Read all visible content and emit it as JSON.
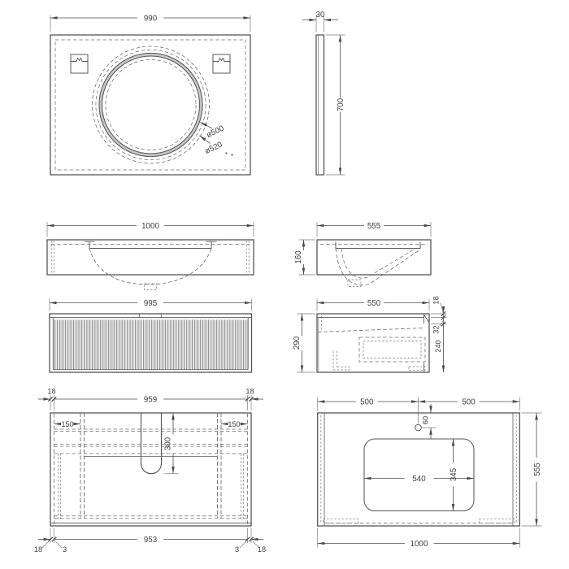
{
  "palette": {
    "line": "#585858",
    "thin": "#7b7b7b",
    "text": "#3f3f3f",
    "background": "#ffffff"
  },
  "views": {
    "mirror_front": {
      "width": "990",
      "dia_inner": "ø500",
      "dia_outer": "ø520"
    },
    "mirror_side": {
      "thickness": "30",
      "height": "700"
    },
    "basin_front": {
      "width": "1000"
    },
    "basin_side": {
      "depth": "555",
      "height": "160"
    },
    "cabinet_front": {
      "width": "995"
    },
    "cabinet_side": {
      "depth": "550",
      "height": "290",
      "top_thickness": "18",
      "rail_height": "32",
      "front_height": "240"
    },
    "carcass_front": {
      "left_panel": "18",
      "inner_width": "959",
      "right_panel": "18",
      "left_bay": "150",
      "right_bay": "150",
      "cutout_depth": "300",
      "bottom_left_panel": "18",
      "bottom_left_gap": "3",
      "bottom_width": "953",
      "bottom_right_gap": "3",
      "bottom_right_panel": "18"
    },
    "counter_top": {
      "left_half": "500",
      "right_half": "500",
      "tap_offset": "60",
      "cutout_width": "540",
      "cutout_depth": "345",
      "depth": "555",
      "width": "1000"
    }
  }
}
